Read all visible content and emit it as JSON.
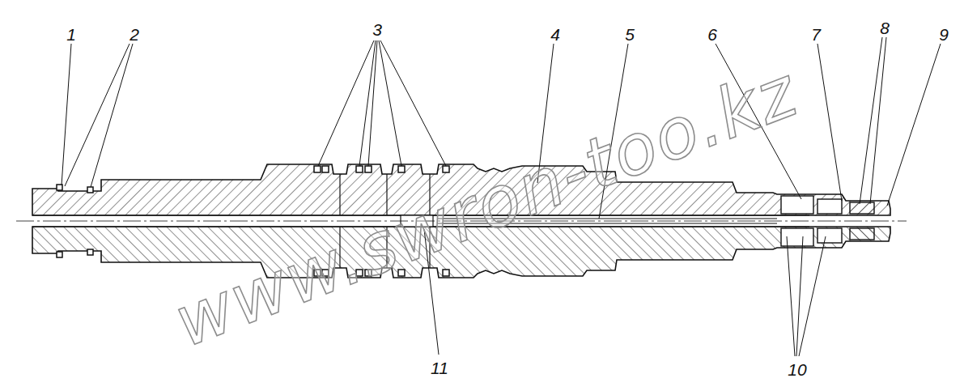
{
  "diagram": {
    "labels": [
      "1",
      "2",
      "3",
      "4",
      "5",
      "6",
      "7",
      "8",
      "9",
      "10",
      "11",
      "www.swron-too.kz"
    ]
  }
}
